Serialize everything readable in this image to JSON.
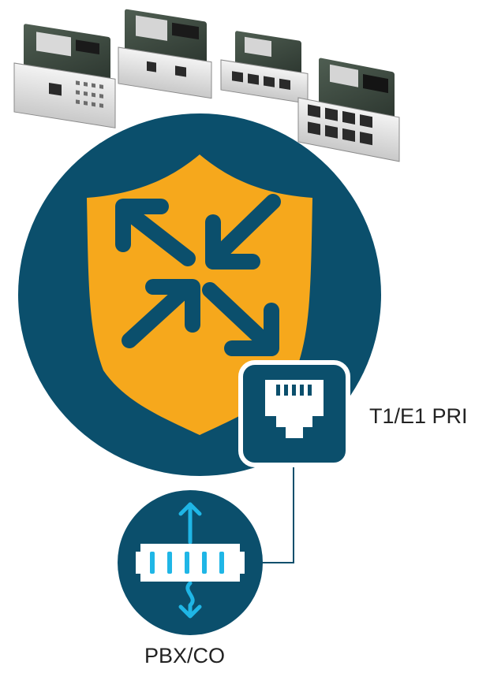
{
  "labels": {
    "port": "T1/E1 PRI",
    "pbx": "PBX/CO"
  },
  "colors": {
    "navy": "#0b4f6c",
    "shield": "#f6a81c",
    "cyan": "#1fb6e6",
    "line": "#0b4f6c"
  },
  "icons": {
    "modules": "network-interface-module-photos",
    "main": "shield-with-router-arrows-icon",
    "port": "rj45-port-icon",
    "pbx": "pbx-patch-panel-icon"
  }
}
